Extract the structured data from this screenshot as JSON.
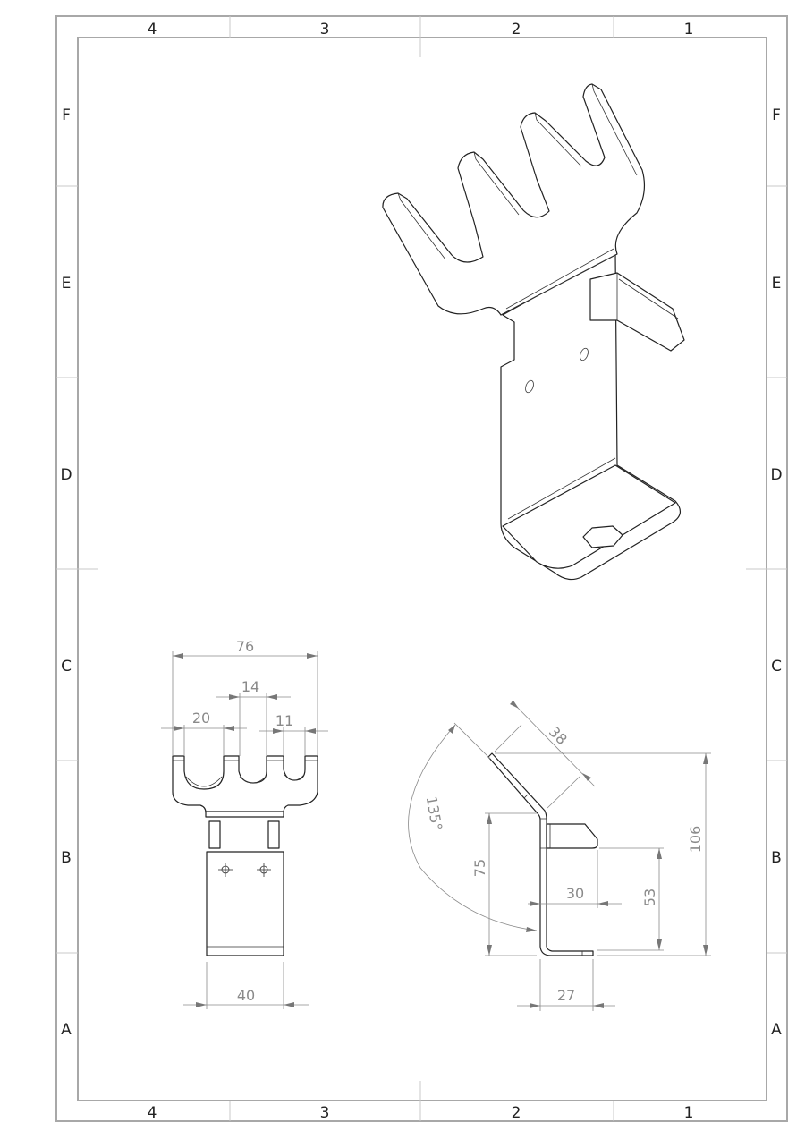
{
  "sheet": {
    "columns": [
      "4",
      "3",
      "2",
      "1"
    ],
    "rows": [
      "F",
      "E",
      "D",
      "C",
      "B",
      "A"
    ]
  },
  "front_view": {
    "dimensions": {
      "overall_width": "76",
      "slot_middle": "14",
      "slot_left": "20",
      "slot_right": "11",
      "base_width": "40"
    }
  },
  "side_view": {
    "dimensions": {
      "flap_length": "38",
      "overall_height": "106",
      "tab_height": "53",
      "web_height": "75",
      "tab_depth": "30",
      "bottom_flange": "27",
      "flap_angle": "135°"
    }
  }
}
